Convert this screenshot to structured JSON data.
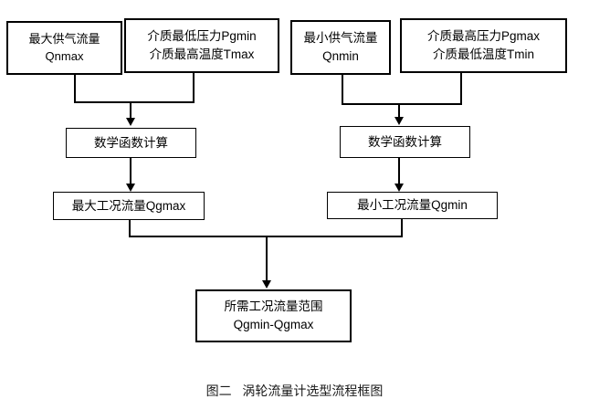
{
  "figure": {
    "caption": "图二   涡轮流量计选型流程框图",
    "background_color": "#ffffff",
    "line_color": "#000000"
  },
  "nodes": {
    "qnmax": {
      "line1": "最大供气流量",
      "line2": "Qnmax"
    },
    "pgmin": {
      "line1": "介质最低压力Pgmin",
      "line2": "介质最高温度Tmax"
    },
    "qnmin": {
      "line1": "最小供气流量",
      "line2": "Qnmin"
    },
    "pgmax": {
      "line1": "介质最高压力Pgmax",
      "line2": "介质最低温度Tmin"
    },
    "calc_left": {
      "line1": "数学函数计算"
    },
    "calc_right": {
      "line1": "数学函数计算"
    },
    "qgmax": {
      "line1": "最大工况流量Qgmax"
    },
    "qgmin": {
      "line1": "最小工况流量Qgmin"
    },
    "range": {
      "line1": "所需工况流量范围",
      "line2": "Qgmin-Qgmax"
    }
  },
  "chart_data": {
    "type": "diagram",
    "title": "图二   涡轮流量计选型流程框图",
    "diagram_kind": "flowchart",
    "nodes": [
      {
        "id": "qnmax",
        "text": "最大供气流量 Qnmax"
      },
      {
        "id": "pgmin",
        "text": "介质最低压力Pgmin 介质最高温度Tmax"
      },
      {
        "id": "qnmin",
        "text": "最小供气流量 Qnmin"
      },
      {
        "id": "pgmax",
        "text": "介质最高压力Pgmax 介质最低温度Tmin"
      },
      {
        "id": "calc_left",
        "text": "数学函数计算"
      },
      {
        "id": "calc_right",
        "text": "数学函数计算"
      },
      {
        "id": "qgmax",
        "text": "最大工况流量Qgmax"
      },
      {
        "id": "qgmin",
        "text": "最小工况流量Qgmin"
      },
      {
        "id": "range",
        "text": "所需工况流量范围 Qgmin-Qgmax"
      }
    ],
    "edges": [
      {
        "from": "qnmax",
        "to": "calc_left",
        "style": "merge"
      },
      {
        "from": "pgmin",
        "to": "calc_left",
        "style": "merge"
      },
      {
        "from": "qnmin",
        "to": "calc_right",
        "style": "merge"
      },
      {
        "from": "pgmax",
        "to": "calc_right",
        "style": "merge"
      },
      {
        "from": "calc_left",
        "to": "qgmax",
        "style": "arrow"
      },
      {
        "from": "calc_right",
        "to": "qgmin",
        "style": "arrow"
      },
      {
        "from": "qgmax",
        "to": "range",
        "style": "merge"
      },
      {
        "from": "qgmin",
        "to": "range",
        "style": "merge"
      }
    ]
  }
}
